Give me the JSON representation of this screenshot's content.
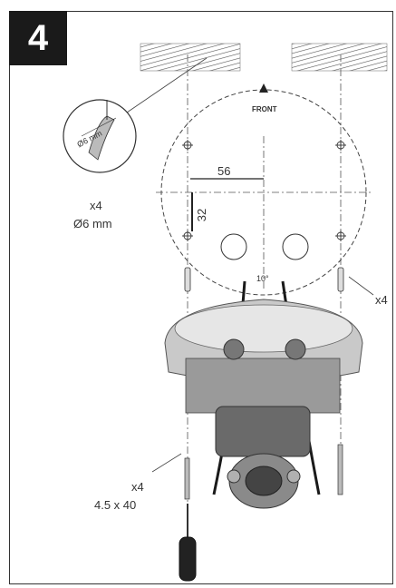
{
  "step": {
    "number": "4"
  },
  "drill": {
    "count": "x4",
    "diameter": "Ø6 mm",
    "bit_label": "Ø6 mm"
  },
  "template": {
    "dim_horizontal": "56",
    "dim_vertical": "32",
    "front_label": "FRONT",
    "angle_label": "10°"
  },
  "anchors": {
    "count": "x4"
  },
  "screws": {
    "count": "x4",
    "size": "4.5 x 40"
  }
}
